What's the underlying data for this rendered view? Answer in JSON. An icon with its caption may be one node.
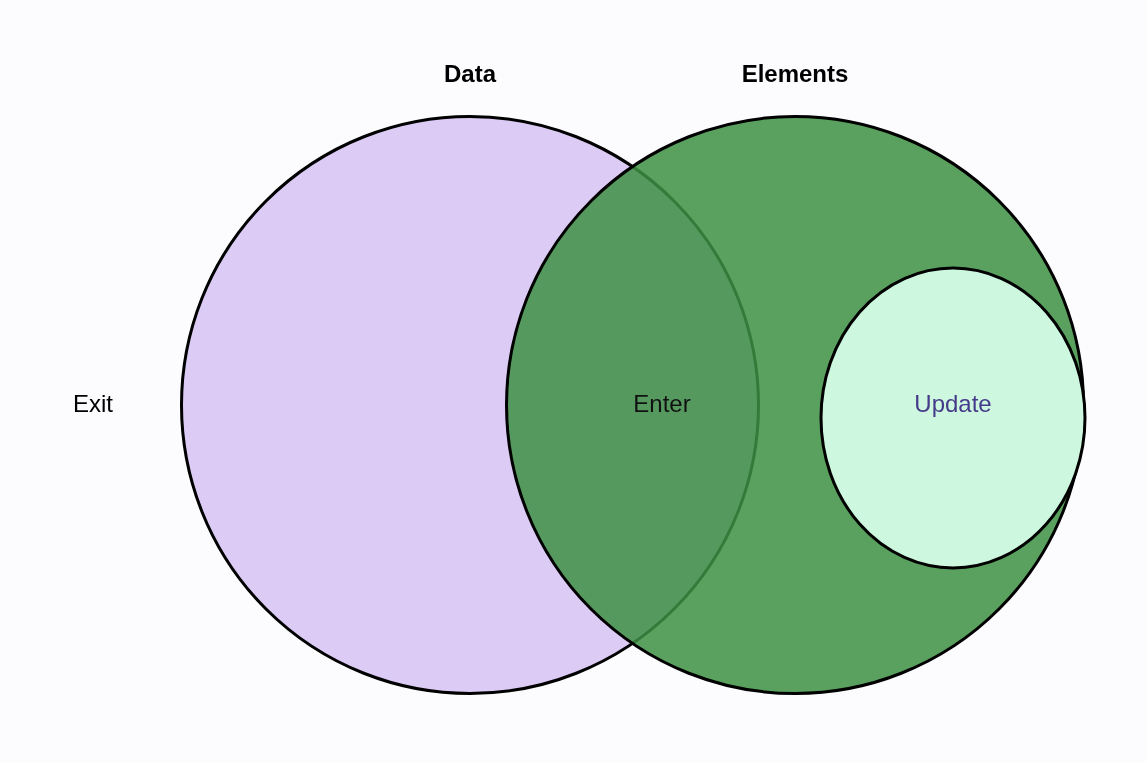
{
  "diagram": {
    "nodes": [
      {
        "text": [
          "Data"
        ]
      },
      {
        "text": [
          "Elements"
        ]
      }
    ],
    "labels": [
      "Exit",
      "Enter",
      "Update"
    ]
  }
}
